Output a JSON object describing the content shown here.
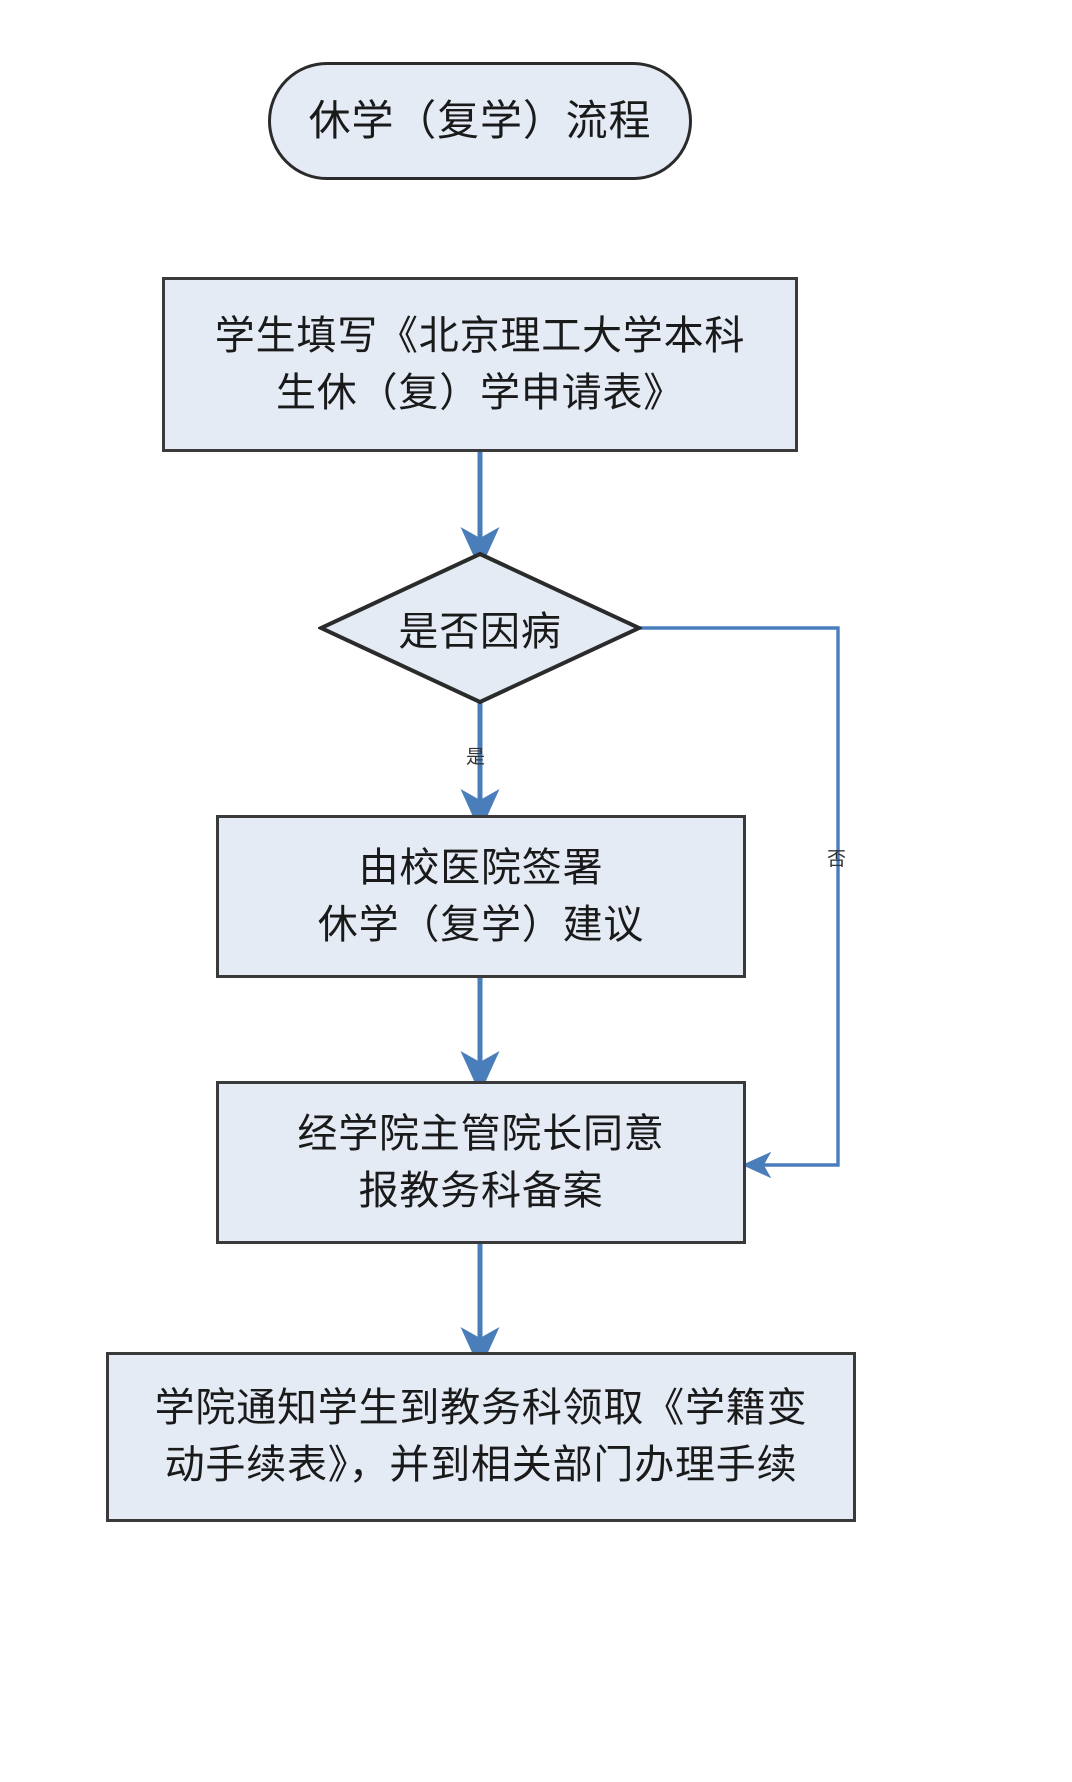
{
  "diagram": {
    "type": "flowchart",
    "title": "休学（复学）流程",
    "orientation": "top-to-bottom",
    "palette": {
      "node_fill": "#e4ebf5",
      "node_border": "#3a3a3a",
      "title_border": "#2b2b2b",
      "connector": "#4a7ebb",
      "text": "#1a1a1a",
      "background": "#ffffff"
    },
    "nodes": {
      "title": {
        "shape": "rounded-pill",
        "text": "休学（复学）流程"
      },
      "step1": {
        "shape": "rectangle",
        "text": "学生填写《北京理工大学本科\n生休（复）学申请表》"
      },
      "decision": {
        "shape": "diamond",
        "text": "是否因病"
      },
      "step2": {
        "shape": "rectangle",
        "text": "由校医院签署\n休学（复学）建议"
      },
      "step3": {
        "shape": "rectangle",
        "text": "经学院主管院长同意\n报教务科备案"
      },
      "step4": {
        "shape": "rectangle",
        "text": "学院通知学生到教务科领取《学籍变\n动手续表》，并到相关部门办理手续"
      }
    },
    "edges": {
      "yes_label": "是",
      "no_label": "否"
    }
  }
}
